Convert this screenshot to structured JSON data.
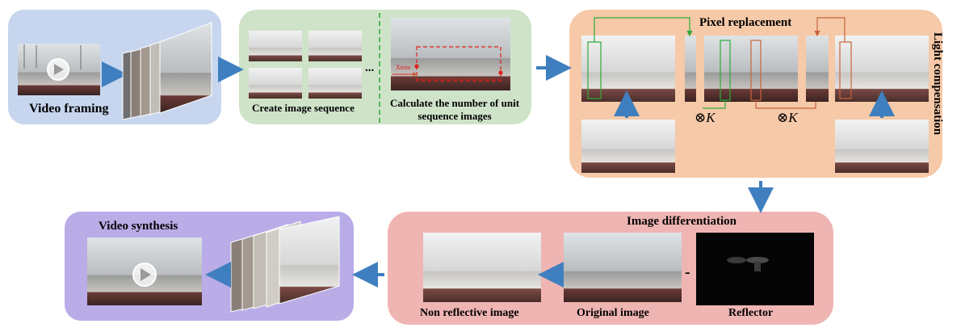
{
  "labels": {
    "video_framing": "Video framing",
    "create_sequence": "Create image sequence",
    "calculate_units": "Calculate the number of unit sequence images",
    "ellipsis": "...",
    "xmin": "Xmin",
    "pixel_replacement": "Pixel replacement",
    "light_compensation": "Light compensation",
    "otimes_k_1": "⊗K",
    "otimes_k_2": "⊗K",
    "image_differentiation": "Image differentiation",
    "minus": "-",
    "non_reflective": "Non reflective image",
    "original_image": "Original image",
    "reflector": "Reflector",
    "video_synthesis": "Video synthesis"
  },
  "colors": {
    "panel_framing": "#c7d6ee",
    "panel_sequence": "#cfe3c9",
    "panel_compensation": "#f6c9a8",
    "panel_differentiation": "#efb5b3",
    "panel_synthesis": "#b9ace7",
    "arrow": "#3f7fbf",
    "green_line": "#2eaa3a",
    "red_dashed": "#e0201c",
    "orange_line": "#c8643a"
  }
}
